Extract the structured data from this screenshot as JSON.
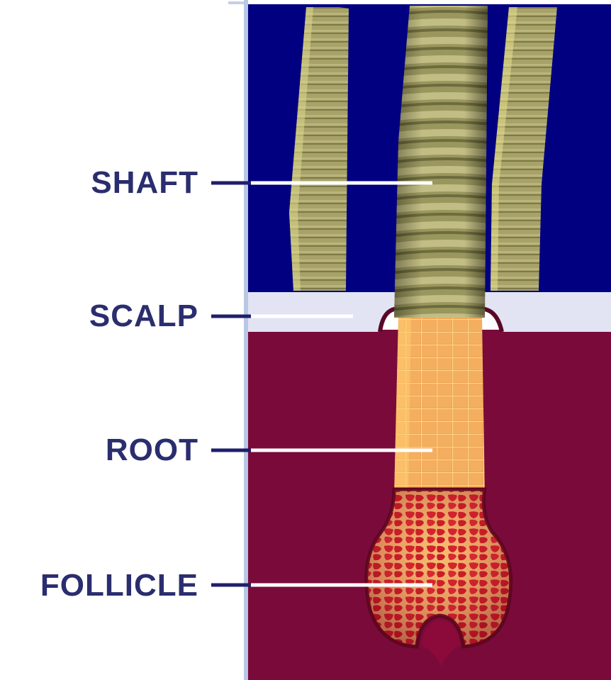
{
  "labels": {
    "shaft": "SHAFT",
    "scalp": "SCALP",
    "root": "ROOT",
    "follicle": "FOLLICLE"
  },
  "colors": {
    "label_text": "#2a2d6e",
    "leader_dark": "#1f1f6b",
    "leader_light": "#ffffff",
    "background_sky": "#000080",
    "scalp_surface": "#e4e4f4",
    "dermis": "#7a0a3a",
    "hair_shaft": "#a8a46a",
    "root": "#f0a050",
    "follicle_bulb": "#d4202a",
    "border": "#b8c8e4"
  }
}
